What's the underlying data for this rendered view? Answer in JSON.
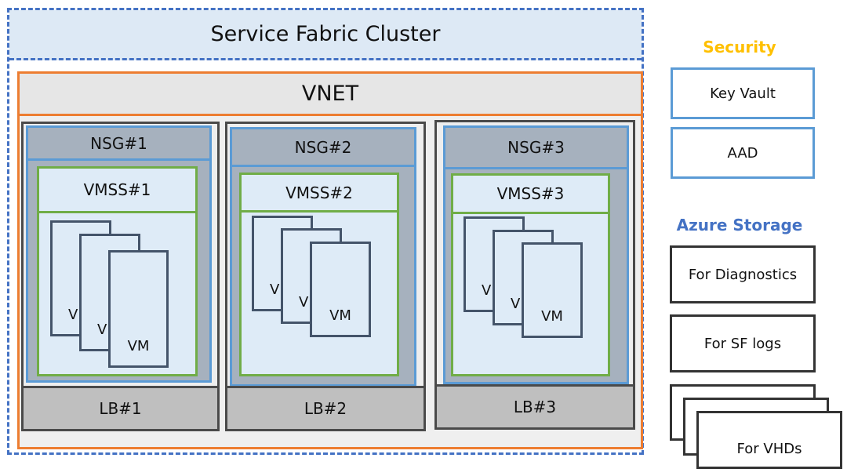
{
  "cluster": {
    "title": "Service Fabric Cluster"
  },
  "vnet": {
    "title": "VNET"
  },
  "node_types": [
    {
      "nsg": "NSG#1",
      "vmss": "VMSS#1",
      "vms": [
        "V",
        "V",
        "VM"
      ],
      "lb": "LB#1"
    },
    {
      "nsg": "NSG#2",
      "vmss": "VMSS#2",
      "vms": [
        "V",
        "V",
        "VM"
      ],
      "lb": "LB#2"
    },
    {
      "nsg": "NSG#3",
      "vmss": "VMSS#3",
      "vms": [
        "V",
        "V",
        "VM"
      ],
      "lb": "LB#3"
    }
  ],
  "security": {
    "title": "Security",
    "items": [
      "Key Vault",
      "AAD"
    ]
  },
  "storage": {
    "title": "Azure Storage",
    "items": [
      "For Diagnostics",
      "For SF logs",
      "For VHDs"
    ]
  },
  "colors": {
    "cluster_border": "#4472c4",
    "vnet_border": "#ed7d31",
    "nsg_border": "#5b9bd5",
    "vmss_border": "#70ad47",
    "security_title": "#ffc000",
    "storage_title": "#4472c4"
  }
}
